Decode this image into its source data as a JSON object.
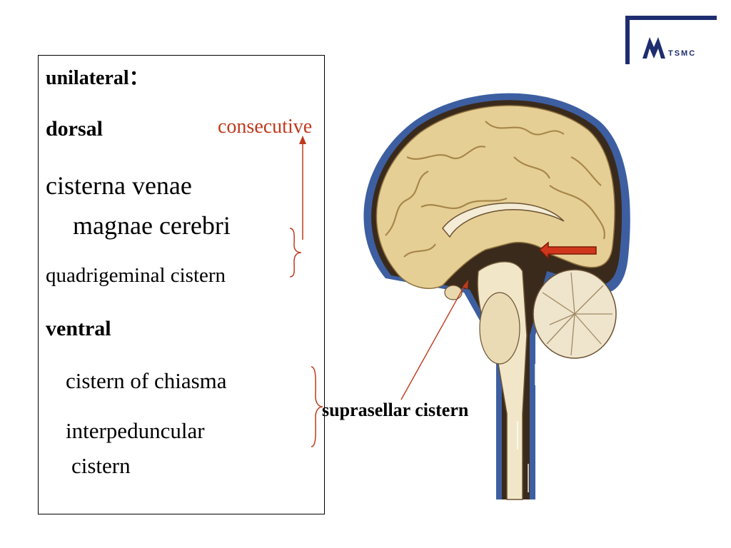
{
  "logo": {
    "text": "TSMC"
  },
  "left_box": {
    "unilateral": "unilateral：",
    "dorsal": "dorsal",
    "cisterna_line1": "cisterna venae",
    "cisterna_line2": "magnae cerebri",
    "quadrigeminal": "quadrigeminal cistern",
    "ventral": "ventral",
    "chiasma": "cistern of chiasma",
    "interpeduncular_line1": "interpeduncular",
    "interpeduncular_line2": "cistern"
  },
  "annotations": {
    "consecutive": "consecutive",
    "suprasellar": "suprasellar cistern"
  },
  "colors": {
    "annotation_red": "#c0391b",
    "arrow_red": "#d0361b",
    "logo_navy": "#1e2d6f",
    "meninges_blue": "#3d5fa1",
    "brain_tan": "#e6cf95"
  }
}
